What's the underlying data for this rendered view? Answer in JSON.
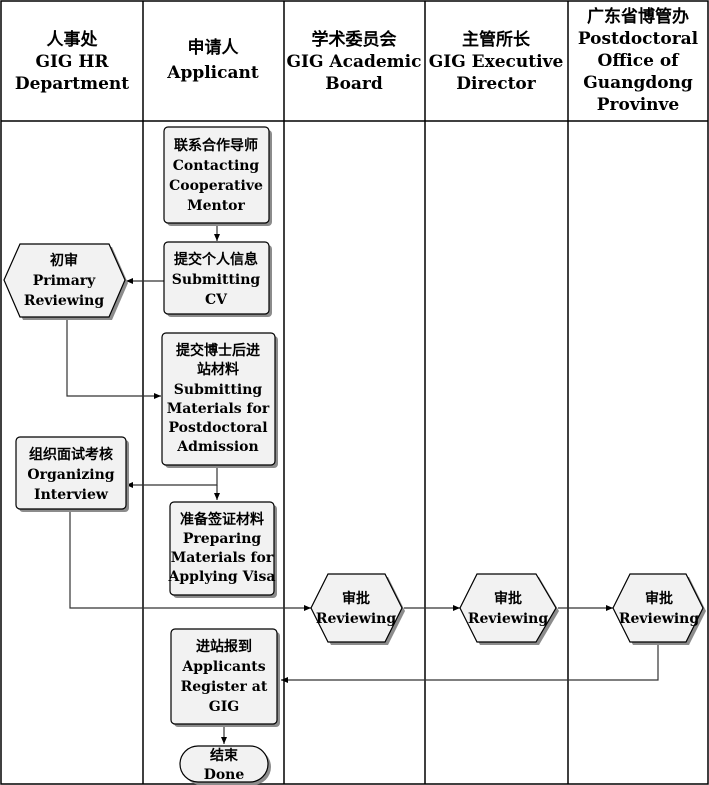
{
  "lanes": [
    {
      "cn": "人事处",
      "en": [
        "GIG HR",
        "Department"
      ]
    },
    {
      "cn": "申请人",
      "en": [
        "Applicant"
      ]
    },
    {
      "cn": "学术委员会",
      "en": [
        "GIG Academic",
        "Board"
      ]
    },
    {
      "cn": "主管所长",
      "en": [
        "GIG Executive",
        "Director"
      ]
    },
    {
      "cn": "广东省博管办",
      "en": [
        "Postdoctoral",
        "Office of",
        "Guangdong",
        "Provinve"
      ]
    }
  ],
  "nodes": {
    "contact_mentor": {
      "cn": "联系合作导师",
      "en": [
        "Contacting",
        "Cooperative",
        "Mentor"
      ]
    },
    "submit_cv": {
      "cn": "提交个人信息",
      "en": [
        "Submitting",
        "CV"
      ]
    },
    "primary_review": {
      "cn": "初审",
      "en": [
        "Primary",
        "Reviewing"
      ]
    },
    "submit_materials": {
      "cn": [
        "提交博士后进",
        "站材料"
      ],
      "en": [
        "Submitting",
        "Materials for",
        "Postdoctoral",
        "Admission"
      ]
    },
    "interview": {
      "cn": "组织面试考核",
      "en": [
        "Organizing",
        "Interview"
      ]
    },
    "visa": {
      "cn": "准备签证材料",
      "en": [
        "Preparing",
        "Materials for",
        "Applying Visa"
      ]
    },
    "review_board": {
      "cn": "审批",
      "en": [
        "Reviewing"
      ]
    },
    "review_director": {
      "cn": "审批",
      "en": [
        "Reviewing"
      ]
    },
    "review_province": {
      "cn": "审批",
      "en": [
        "Reviewing"
      ]
    },
    "register": {
      "cn": "进站报到",
      "en": [
        "Applicants",
        "Register at",
        "GIG"
      ]
    },
    "done": {
      "cn": "结束",
      "en": [
        "Done"
      ]
    }
  },
  "colors": {
    "box_fill": "#f2f2f2",
    "line": "#000000",
    "shadow": "#8c8c8c",
    "connector": "#555555"
  }
}
